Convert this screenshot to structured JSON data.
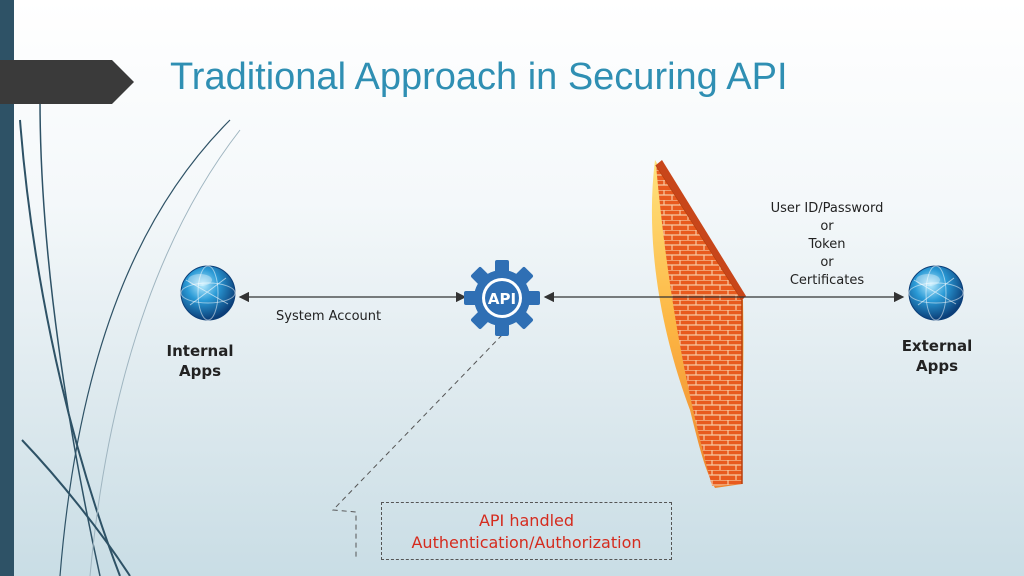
{
  "title": "Traditional Approach in Securing API",
  "nodes": {
    "internal": {
      "line1": "Internal",
      "line2": "Apps"
    },
    "external": {
      "line1": "External",
      "line2": "Apps"
    },
    "api": {
      "label": "API"
    }
  },
  "edges": {
    "internal_api": "System Account",
    "api_external": [
      "User ID/Password",
      "or",
      "Token",
      "or",
      "Certificates"
    ]
  },
  "note": [
    "API handled",
    "Authentication/Authorization"
  ],
  "colors": {
    "title": "#2f8fb3",
    "sidebar": "#2e5266",
    "note_text": "#d52b1e",
    "gear": "#2f6fb4",
    "firewall": "#e8521e"
  }
}
